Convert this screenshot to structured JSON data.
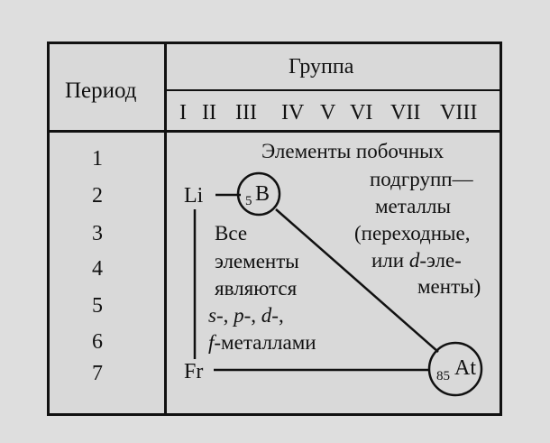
{
  "header": {
    "period_label": "Период",
    "group_label": "Группа",
    "groups": [
      "I",
      "II",
      "III",
      "IV",
      "V",
      "VI",
      "VII",
      "VIII"
    ]
  },
  "periods": [
    "1",
    "2",
    "3",
    "4",
    "5",
    "6",
    "7"
  ],
  "elements": {
    "li": "Li",
    "b_number": "5",
    "b_symbol": "B",
    "fr": "Fr",
    "at_number": "85",
    "at_symbol": "At"
  },
  "left_block": {
    "line1": "Все",
    "line2": "элементы",
    "line3": "являются",
    "line4_s": "s",
    "line4_p": "p",
    "line4_d": "d",
    "line5_f": "f",
    "line5_rest": "-металлами"
  },
  "right_block": {
    "line1": "Элементы побочных",
    "line2": "подгрупп—",
    "line3": "металлы",
    "line4": "(переходные,",
    "line5_pre": "или ",
    "line5_d": "d",
    "line5_post": "-эле-",
    "line6": "менты)"
  }
}
